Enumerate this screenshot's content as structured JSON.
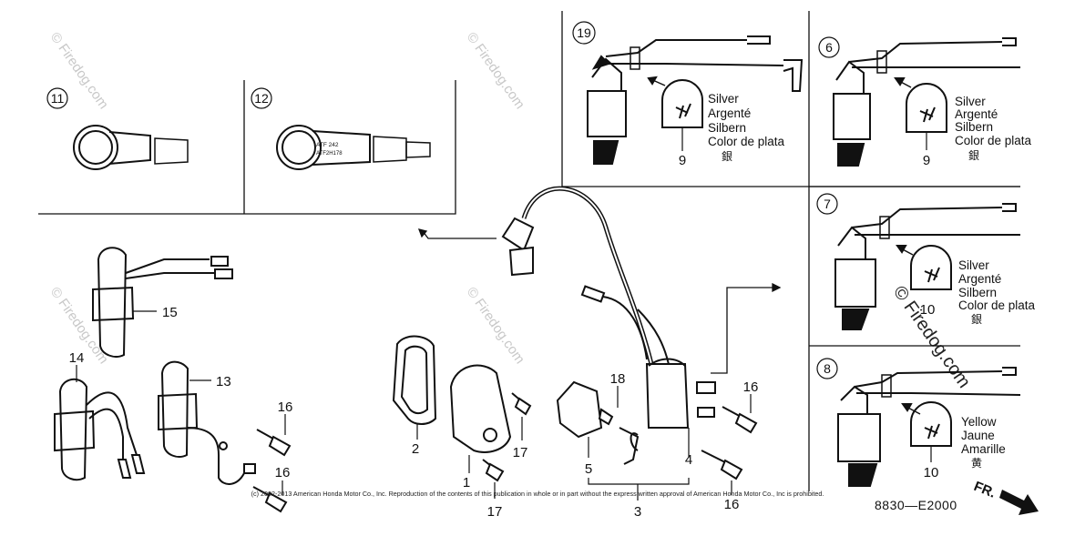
{
  "watermark": "© Firedog.com",
  "copyright": "(c) 2002-2013 American Honda Motor Co., Inc. Reproduction of the contents of this publication in whole or in part without the express written approval of American Honda Motor Co., Inc is prohibited.",
  "diagram_code": "8830—E2000",
  "front_label": "FR.",
  "inset_numbers": {
    "n11": "11",
    "n12": "12",
    "n19": "19",
    "n6": "6",
    "n7": "7",
    "n8": "8"
  },
  "plug_cap_print": {
    "line1": "ATF 242",
    "line2": "ATF2H178"
  },
  "color_notes": {
    "silver": [
      "Silver",
      "Argenté",
      "Silbern",
      "Color de plata"
    ],
    "silver_kanji": "銀",
    "yellow": [
      "Yellow",
      "Jaune",
      "Amarille"
    ],
    "yellow_kanji": "黄"
  },
  "callouts": {
    "c9a": "9",
    "c9b": "9",
    "c10a": "10",
    "c10b": "10",
    "c15": "15",
    "c14": "14",
    "c13": "13",
    "c16a": "16",
    "c16b": "16",
    "c16c": "16",
    "c16d": "16",
    "c2": "2",
    "c1": "1",
    "c17a": "17",
    "c17b": "17",
    "c18": "18",
    "c5": "5",
    "c4": "4",
    "c3": "3"
  }
}
